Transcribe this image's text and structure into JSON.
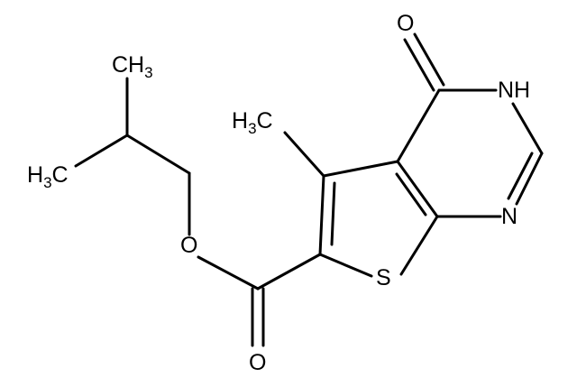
{
  "colors": {
    "background": "#ffffff",
    "ink": "#000000"
  },
  "labels": {
    "ch3_top": {
      "main": "CH",
      "sub": "3"
    },
    "h3c_left": {
      "main": "H",
      "sub": "3",
      "tail": "C"
    },
    "h3c_mid": {
      "main": "H",
      "sub": "3",
      "tail": "C"
    },
    "carbonyl_o_top": "O",
    "nh": "NH",
    "ring_n": "N",
    "ester_o": "O",
    "ring_s": "S",
    "carbonyl_o_bottom": "O"
  }
}
